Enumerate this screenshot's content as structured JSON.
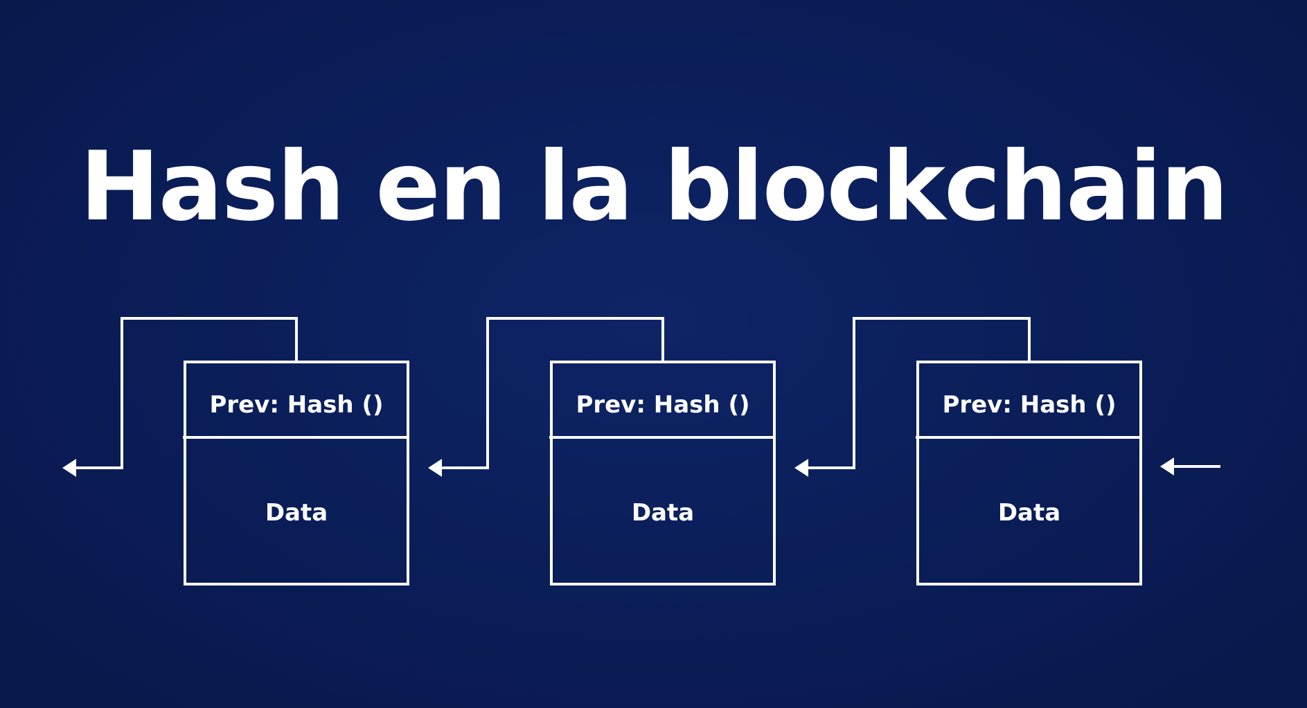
{
  "title": "Hash en la blockchain",
  "colors": {
    "background": "#0a1d57",
    "stroke": "#ffffff",
    "text": "#ffffff"
  },
  "blocks": [
    {
      "header": "Prev: Hash ()",
      "body": "Data"
    },
    {
      "header": "Prev: Hash ()",
      "body": "Data"
    },
    {
      "header": "Prev: Hash ()",
      "body": "Data"
    }
  ]
}
